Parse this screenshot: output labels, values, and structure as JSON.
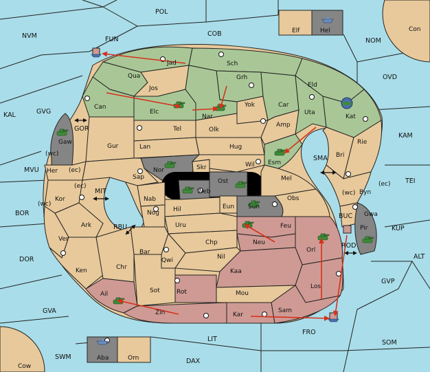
{
  "colors": {
    "sea": "#a9dde9",
    "land": "#e8c99b",
    "green_power": "#a9c796",
    "red_power": "#cf9a94",
    "gray_power": "#858585",
    "black_hole": "#000000",
    "order_arrow": "#d6311c",
    "unit_green": "#3f8b3a",
    "unit_blue": "#4a6fa8"
  },
  "sea_labels": {
    "pol": "POL",
    "nvm": "NVM",
    "fun": "FUN",
    "cob": "COB",
    "nom": "NOM",
    "ovd": "OVD",
    "kal": "KAL",
    "gvg": "GVG",
    "gor": "GOR",
    "kam": "KAM",
    "mvu": "MVU",
    "sma": "SMA",
    "tei": "TEI",
    "bor": "BOR",
    "mit": "MIT",
    "rbu": "RBU",
    "buc": "BUC",
    "kup": "KUP",
    "dor": "DOR",
    "rod": "ROD",
    "alt": "ALT",
    "gvp": "GVP",
    "gva": "GVA",
    "fro": "FRO",
    "som": "SOM",
    "lit": "LIT",
    "swm": "SWM",
    "dax": "DAX"
  },
  "coast_labels": {
    "wc1": "(wc)",
    "ec1": "(ec)",
    "ec2": "(ec)",
    "wc2": "(wc)",
    "wc3": "(wc)",
    "ec3": "(ec)"
  },
  "land_labels": {
    "jad": "Jad",
    "sch": "Sch",
    "qua": "Qua",
    "jos": "Jos",
    "grh": "Grh",
    "eld": "Eld",
    "can": "Can",
    "elc": "Elc",
    "nar": "Nar",
    "yok": "Yok",
    "car": "Car",
    "uta": "Uta",
    "kat": "Kat",
    "gaw": "Gaw",
    "tel": "Tel",
    "olk": "Olk",
    "amp": "Amp",
    "gur": "Gur",
    "lan": "Lan",
    "hug": "Hug",
    "esm": "Esm",
    "bri": "Bri",
    "rie": "Rie",
    "nor": "Nor",
    "skr": "Skr",
    "wil": "Wil",
    "her": "Her",
    "sap": "Sap",
    "ost": "Ost",
    "web": "Web",
    "mel": "Mel",
    "byn": "Byn",
    "kor": "Kor",
    "nab": "Nab",
    "eun": "Eun",
    "sun": "Sun",
    "obs": "Obs",
    "gwa": "Gwa",
    "pir": "Pir",
    "hil": "Hil",
    "nog": "Nog",
    "ark": "Ark",
    "uru": "Uru",
    "feu": "Feu",
    "ver": "Ver",
    "chp": "Chp",
    "neu": "Neu",
    "orl": "Orl",
    "bar": "Bar",
    "qwi": "Qwi",
    "nil": "Nil",
    "ken": "Ken",
    "chr": "Chr",
    "kaa": "Kaa",
    "los": "Los",
    "ail": "Ail",
    "sot": "Sot",
    "rot": "Rot",
    "mou": "Mou",
    "zin": "Zin",
    "kar": "Kar",
    "sam": "Sam",
    "elf": "Elf",
    "hel": "Hel",
    "con": "Con",
    "aba": "Aba",
    "orn": "Orn",
    "cow": "Cow"
  }
}
